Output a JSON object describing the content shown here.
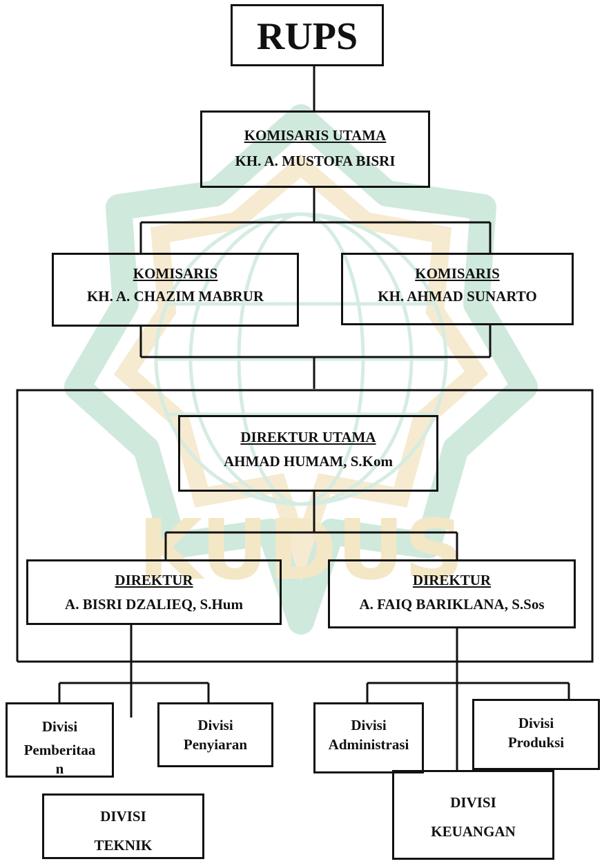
{
  "colors": {
    "line": "#111111",
    "watermark_green": "#cfe9dd",
    "watermark_gold": "#f6ead0"
  },
  "top": {
    "label": "RUPS"
  },
  "komisaris_utama": {
    "title": "KOMISARIS UTAMA",
    "name": "KH. A. MUSTOFA BISRI"
  },
  "komisaris_left": {
    "title": "KOMISARIS",
    "name": "KH. A. CHAZIM MABRUR"
  },
  "komisaris_right": {
    "title": "KOMISARIS",
    "name": "KH. AHMAD SUNARTO"
  },
  "direktur_utama": {
    "title": "DIREKTUR UTAMA",
    "name": "AHMAD HUMAM, S.Kom"
  },
  "direktur_left": {
    "title": "DIREKTUR",
    "name": "A. BISRI DZALIEQ, S.Hum"
  },
  "direktur_right": {
    "title": "DIREKTUR",
    "name": "A. FAIQ BARIKLANA, S.Sos"
  },
  "divisions": {
    "pemberitaan": {
      "line1": "Divisi",
      "line2": "Pemberitaa",
      "line3": "n"
    },
    "penyiaran": {
      "line1": "Divisi",
      "line2": "Penyiaran"
    },
    "administrasi": {
      "line1": "Divisi",
      "line2": "Administrasi"
    },
    "produksi": {
      "line1": "Divisi",
      "line2": "Produksi"
    },
    "teknik": {
      "line1": "DIVISI",
      "line2": "TEKNIK"
    },
    "keuangan": {
      "line1": "DIVISI",
      "line2": "KEUANGAN"
    }
  },
  "watermark": {
    "text": "KUDUS"
  }
}
